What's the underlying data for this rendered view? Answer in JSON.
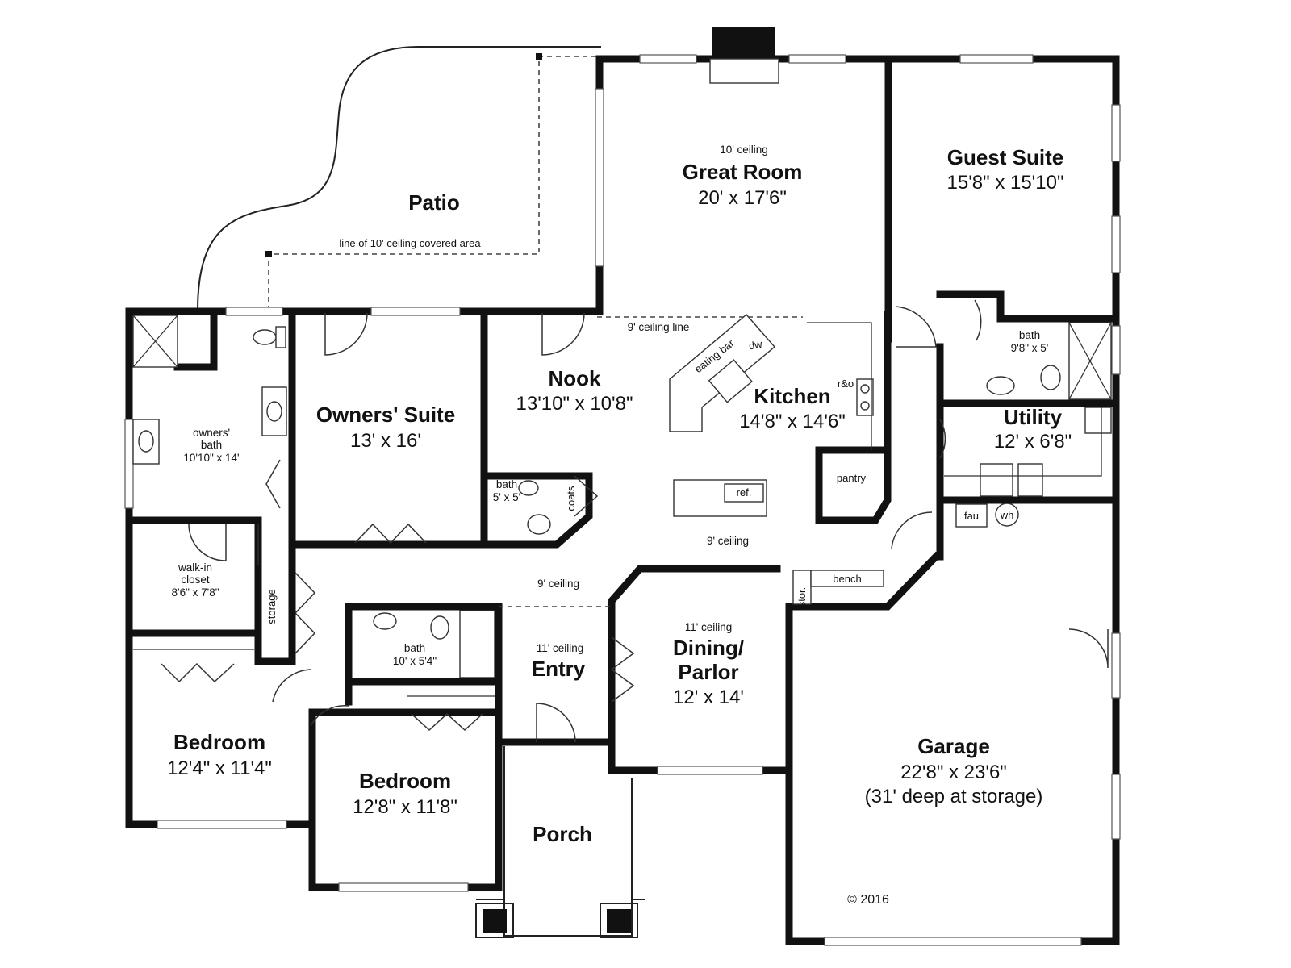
{
  "rooms": {
    "patio": {
      "name": "Patio",
      "note": "line of 10' ceiling covered area"
    },
    "great_room": {
      "ceiling": "10' ceiling",
      "name": "Great Room",
      "dims": "20' x 17'6\""
    },
    "guest_suite": {
      "name": "Guest Suite",
      "dims": "15'8\" x 15'10\""
    },
    "nook": {
      "name": "Nook",
      "dims": "13'10\" x 10'8\""
    },
    "kitchen": {
      "name": "Kitchen",
      "dims": "14'8\" x 14'6\""
    },
    "owners_suite": {
      "name": "Owners' Suite",
      "dims": "13' x 16'"
    },
    "owners_bath": {
      "line1": "owners'",
      "line2": "bath",
      "dims": "10'10\" x 14'"
    },
    "guest_bath": {
      "name": "bath",
      "dims": "9'8\" x 5'"
    },
    "utility": {
      "name": "Utility",
      "dims": "12' x 6'8\""
    },
    "half_bath": {
      "name": "bath",
      "dims": "5' x 5'"
    },
    "walk_in_closet": {
      "line1": "walk-in",
      "line2": "closet",
      "dims": "8'6\" x 7'8\""
    },
    "hall_bath": {
      "name": "bath",
      "dims": "10' x 5'4\""
    },
    "entry": {
      "ceiling": "11' ceiling",
      "name": "Entry"
    },
    "dining": {
      "ceiling": "11' ceiling",
      "line1": "Dining/",
      "line2": "Parlor",
      "dims": "12' x 14'"
    },
    "garage": {
      "name": "Garage",
      "dims": "22'8\" x 23'6\"",
      "note": "(31' deep at storage)"
    },
    "bedroom_1": {
      "name": "Bedroom",
      "dims": "12'4\" x 11'4\""
    },
    "bedroom_2": {
      "name": "Bedroom",
      "dims": "12'8\" x 11'8\""
    },
    "porch": {
      "name": "Porch"
    }
  },
  "labels": {
    "ceiling_line": "9' ceiling line",
    "hall_ceiling": "9' ceiling",
    "entry_hall_ceiling": "9' ceiling",
    "eating_bar": "eating bar",
    "dw": "dw",
    "range_oven": "r&o",
    "pantry": "pantry",
    "ref": "ref.",
    "coats": "coats",
    "storage": "storage",
    "stor": "stor.",
    "bench": "bench",
    "fau": "fau",
    "wh": "wh",
    "copyright": "© 2016"
  }
}
